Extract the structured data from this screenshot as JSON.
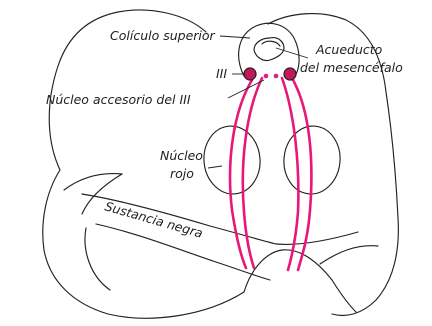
{
  "labels": {
    "coliculo_superior": "Colículo superior",
    "acueducto_line1": "Acueducto",
    "acueducto_line2": "del mesencéfalo",
    "iii": "III",
    "nucleo_accesorio": "Núcleo accesorio del III",
    "nucleo_rojo_line1": "Núcleo",
    "nucleo_rojo_line2": "rojo",
    "sustancia_negra": "Sustancia negra"
  },
  "colors": {
    "outline": "#222222",
    "nerve_tract": "#e8177a",
    "nucleus_fill": "#c2185b",
    "background": "#ffffff"
  }
}
